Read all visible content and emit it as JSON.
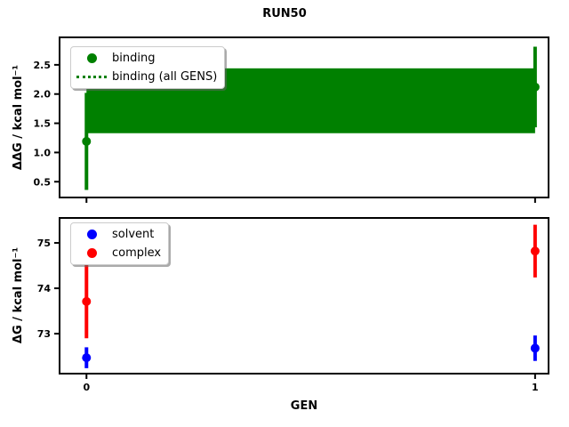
{
  "figure_title": "RUN50",
  "colors": {
    "axis": "#000000",
    "background": "#ffffff",
    "binding_green": "#008000",
    "solvent_blue": "#0000ff",
    "complex_red": "#ff0000"
  },
  "chart_data": [
    {
      "type": "scatter",
      "title": "",
      "xlabel": "",
      "ylabel": "ΔΔG / kcal mol⁻¹",
      "xlim": [
        -0.06,
        1.03
      ],
      "ylim": [
        0.23,
        2.97
      ],
      "xticks": [
        0,
        1
      ],
      "xticklabels": [
        "",
        ""
      ],
      "yticks": [
        0.5,
        1.0,
        1.5,
        2.0,
        2.5
      ],
      "yticklabels": [
        "0.5",
        "1.0",
        "1.5",
        "2.0",
        "2.5"
      ],
      "grid": false,
      "legend_position": "upper left",
      "series": [
        {
          "name": "binding",
          "color": "#008000",
          "marker": "circle",
          "x": [
            0,
            1
          ],
          "y": [
            1.19,
            2.12
          ],
          "yerr": [
            0.83,
            0.69
          ]
        }
      ],
      "band": {
        "name": "binding (all GENS)",
        "color": "#008000",
        "x": [
          0,
          1
        ],
        "lo": 1.33,
        "hi": 2.44,
        "center": 1.885,
        "line_style": "dotted"
      },
      "legend": [
        {
          "label": "binding",
          "glyph": "circle",
          "color": "#008000"
        },
        {
          "label": "binding (all GENS)",
          "glyph": "dotted-line",
          "color": "#008000"
        }
      ]
    },
    {
      "type": "scatter",
      "title": "",
      "xlabel": "GEN",
      "ylabel": "ΔG / kcal mol⁻¹",
      "xlim": [
        -0.06,
        1.03
      ],
      "ylim": [
        72.12,
        75.55
      ],
      "xticks": [
        0,
        1
      ],
      "xticklabels": [
        "0",
        "1"
      ],
      "yticks": [
        73,
        74,
        75
      ],
      "yticklabels": [
        "73",
        "74",
        "75"
      ],
      "grid": false,
      "legend_position": "upper left",
      "series": [
        {
          "name": "solvent",
          "color": "#0000ff",
          "marker": "circle",
          "x": [
            0,
            1
          ],
          "y": [
            72.47,
            72.68
          ],
          "yerr": [
            0.23,
            0.28
          ]
        },
        {
          "name": "complex",
          "color": "#ff0000",
          "marker": "circle",
          "x": [
            0,
            1
          ],
          "y": [
            73.71,
            74.82
          ],
          "yerr": [
            0.81,
            0.58
          ]
        }
      ],
      "legend": [
        {
          "label": "solvent",
          "glyph": "circle",
          "color": "#0000ff"
        },
        {
          "label": "complex",
          "glyph": "circle",
          "color": "#ff0000"
        }
      ]
    }
  ]
}
